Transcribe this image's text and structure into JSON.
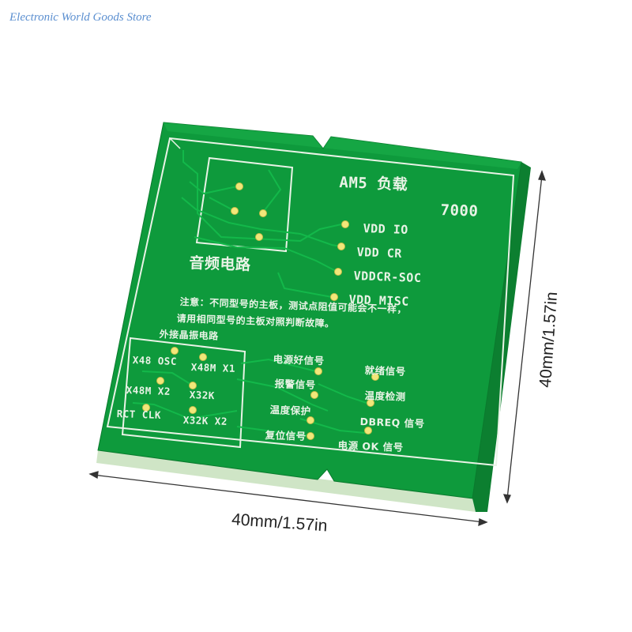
{
  "store": {
    "watermark": "Electronic World Goods Store"
  },
  "dimensions": {
    "width": "40mm/1.57in",
    "height": "40mm/1.57in"
  },
  "board": {
    "title": "AM5 负载",
    "model": "7000",
    "audio_label": "音频电路",
    "rails": [
      "VDD IO",
      "VDD CR",
      "VDDCR-SOC",
      "VDD MISC"
    ],
    "note_line1": "注意：不同型号的主板，测试点阻值可能会不一样，",
    "note_line2": "请用相同型号的主板对照判断故障。",
    "crystal_label": "外接晶振电路",
    "crystal": {
      "osc": "X48 OSC",
      "x48m_x1": "X48M X1",
      "x48m_x2": "X48M X2",
      "x32k_a": "X32K",
      "rct_clk": "RCT CLK",
      "x32k_x2": "X32K X2"
    },
    "signals": {
      "power_good": "电源好信号",
      "slp": "就绪信号",
      "alarm": "报警信号",
      "temp_detect": "温度检测",
      "temp_protect": "温度保护",
      "dbreq": "DBREQ 信号",
      "reset": "复位信号",
      "power_ok": "电源 OK 信号"
    }
  },
  "colors": {
    "pcb": "#0e9a3c",
    "silk": "#e9f3e6",
    "pad": "#f1e77a",
    "edge": "#cfe5c6"
  }
}
